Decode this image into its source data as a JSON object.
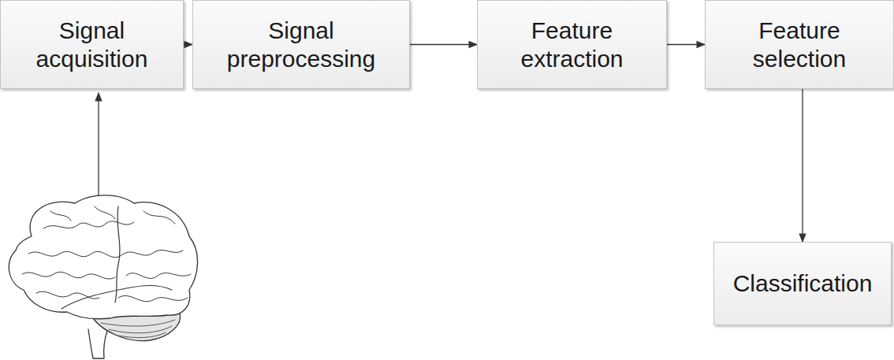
{
  "diagram": {
    "nodes": [
      {
        "text": [
          "Signal acquisition"
        ]
      },
      {
        "text": [
          "Signal preprocessing"
        ]
      },
      {
        "text": [
          "Feature extraction"
        ]
      },
      {
        "text": [
          "Feature selection"
        ]
      },
      {
        "text": [
          "Classification"
        ]
      }
    ],
    "edges": [
      {
        "from": 0,
        "to": 1,
        "arrow": "to"
      },
      {
        "from": 1,
        "to": 2,
        "arrow": "to"
      },
      {
        "from": 2,
        "to": 3,
        "arrow": "to"
      },
      {
        "from": 3,
        "to": 4,
        "arrow": "to"
      }
    ]
  }
}
